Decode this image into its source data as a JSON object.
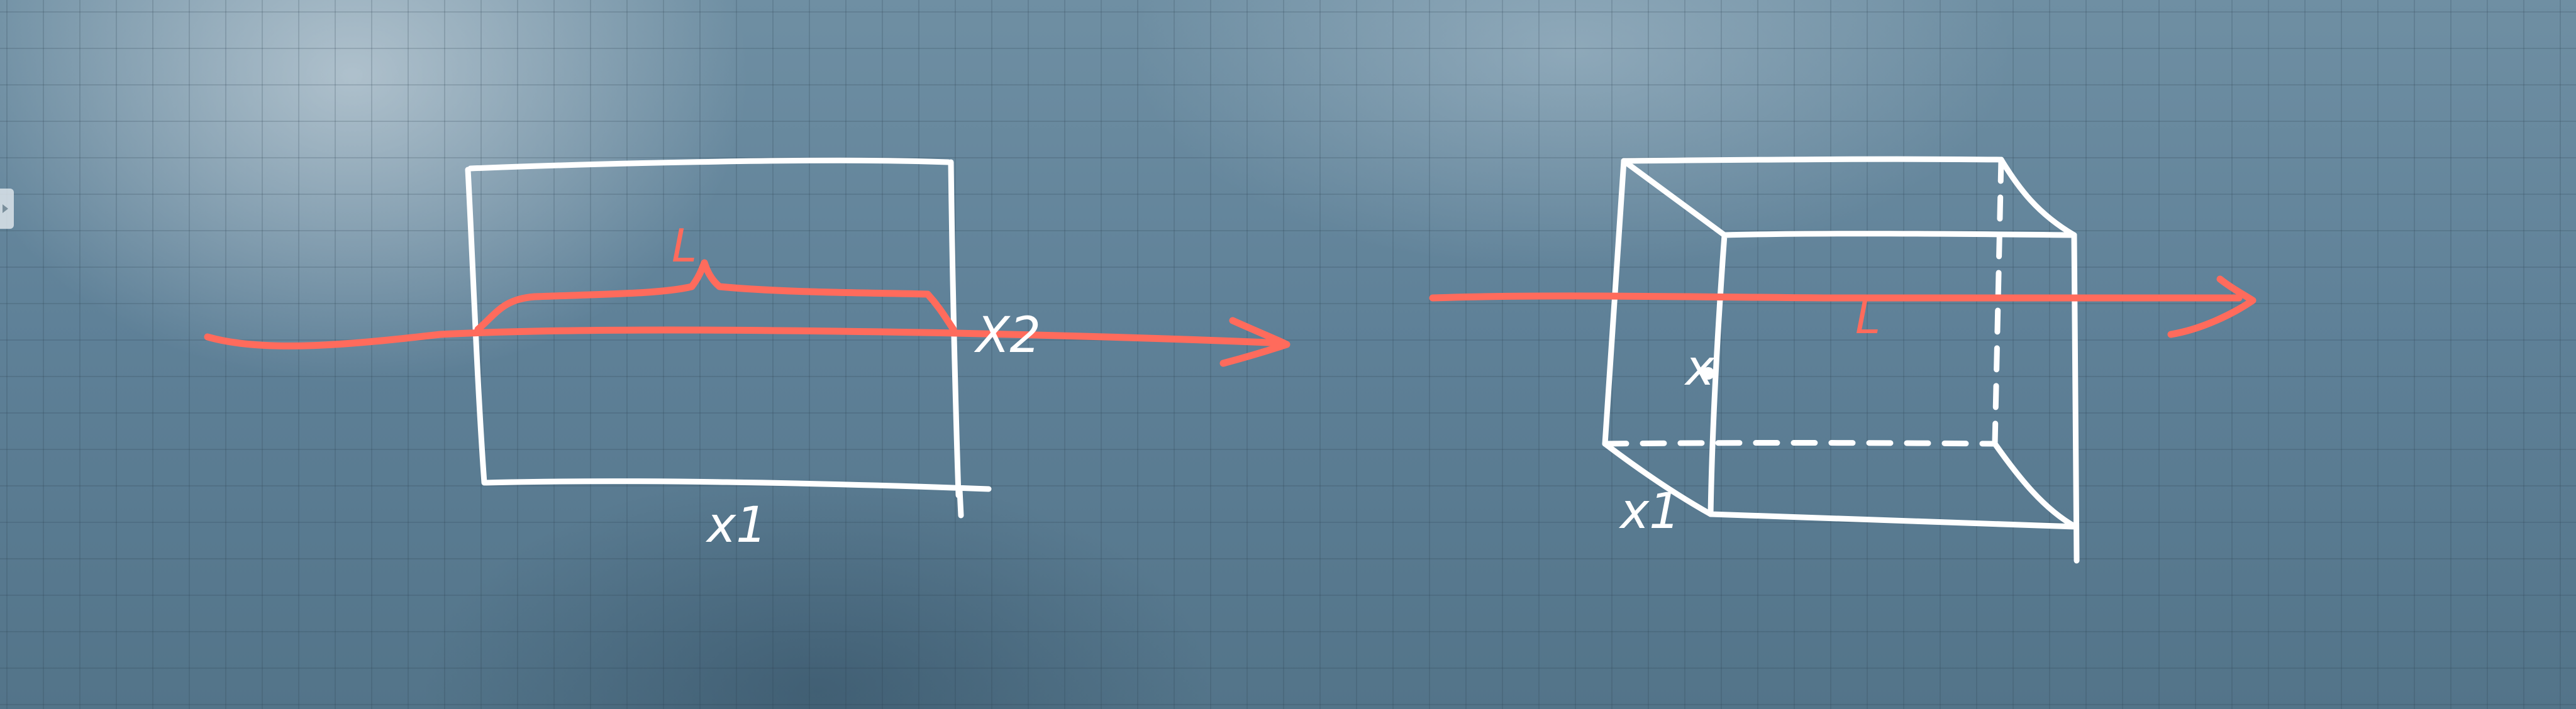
{
  "colors": {
    "board": "#5f8198",
    "chalk_white": "#ffffff",
    "chalk_red": "#ff6b5c"
  },
  "left_figure": {
    "label_bottom": "x1",
    "label_right": "X2",
    "label_brace": "L"
  },
  "right_figure": {
    "label_corner": "x1",
    "label_mid": "x",
    "label_length": "L"
  }
}
